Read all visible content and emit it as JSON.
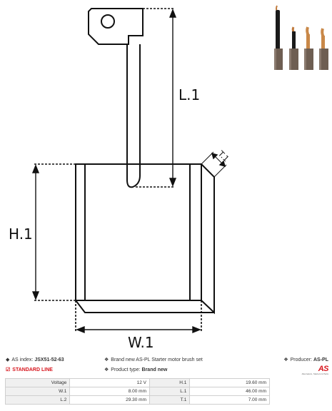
{
  "dimensions": {
    "l1": "L.1",
    "h1": "H.1",
    "w1": "W.1",
    "t1": "T.1"
  },
  "info": {
    "as_index_label": "AS index:",
    "as_index_value": "JSX51-52-63",
    "standard_line": "STANDARD LINE",
    "description": "Brand new AS-PL Starter motor brush set",
    "product_type_label": "Product type:",
    "product_type_value": "Brand new",
    "producer_label": "Producer:",
    "producer_value": "AS-PL",
    "logo_text": "AS",
    "logo_subtext": "Alternators, Starters & Parts"
  },
  "specs": [
    {
      "k1": "Voltage",
      "v1": "12 V",
      "k2": "H.1",
      "v2": "19.60 mm"
    },
    {
      "k1": "W.1",
      "v1": "8.00 mm",
      "k2": "L.1",
      "v2": "46.00 mm"
    },
    {
      "k1": "L.2",
      "v1": "29.30 mm",
      "k2": "T.1",
      "v2": "7.00 mm"
    }
  ],
  "colors": {
    "accent": "#d7141c",
    "line": "#111111"
  }
}
